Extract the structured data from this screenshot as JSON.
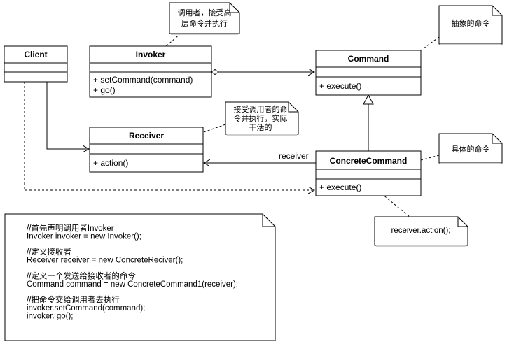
{
  "classes": {
    "client": {
      "name": "Client",
      "methods": []
    },
    "invoker": {
      "name": "Invoker",
      "methods": [
        "+ setCommand(command)",
        "+ go()"
      ]
    },
    "command": {
      "name": "Command",
      "methods": [
        "+ execute()"
      ]
    },
    "receiver": {
      "name": "Receiver",
      "methods": [
        "+ action()"
      ]
    },
    "concrete_command": {
      "name": "ConcreteCommand",
      "methods": [
        "+ execute()"
      ]
    }
  },
  "association_labels": {
    "receiver_role": "receiver"
  },
  "notes": {
    "invoker_note": [
      "调用者，接受高",
      "层命令并执行"
    ],
    "command_note": [
      "抽象的命令"
    ],
    "receiver_note": [
      "接受调用者的命",
      "令并执行，实际",
      "干活的"
    ],
    "concrete_note": [
      "具体的命令"
    ],
    "execute_note": [
      "receiver.action();"
    ]
  },
  "code_note": {
    "lines": [
      "//首先声明调用者Invoker",
      "Invoker invoker = new Invoker();",
      "",
      "//定义接收者",
      "Receiver receiver = new ConcreteReciver();",
      "",
      "//定义一个发送给接收者的命令",
      "Command command = new ConcreteCommand1(receiver);",
      "",
      "//把命令交给调用者去执行",
      "invoker.setCommand(command);",
      "invoker. go();"
    ]
  }
}
